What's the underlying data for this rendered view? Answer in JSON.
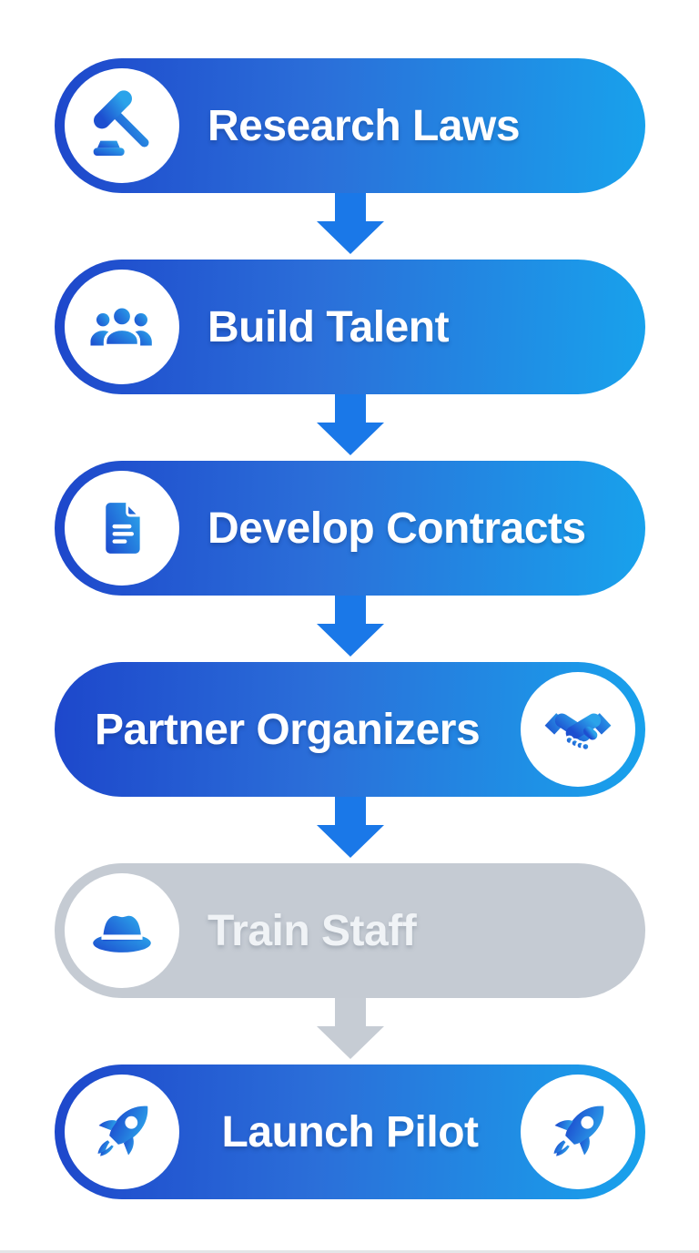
{
  "flowchart": {
    "steps": [
      {
        "label": "Research Laws",
        "icon": "gavel-icon",
        "icon_position": "left",
        "state": "active",
        "connector_after": "blue"
      },
      {
        "label": "Build Talent",
        "icon": "people-icon",
        "icon_position": "left",
        "state": "active",
        "connector_after": "blue"
      },
      {
        "label": "Develop Contracts",
        "icon": "document-icon",
        "icon_position": "left",
        "state": "active",
        "connector_after": "blue"
      },
      {
        "label": "Partner Organizers",
        "icon": "handshake-icon",
        "icon_position": "right",
        "state": "active",
        "connector_after": "blue"
      },
      {
        "label": "Train Staff",
        "icon": "fedora-hat-icon",
        "icon_position": "left",
        "state": "inactive",
        "connector_after": "gray"
      },
      {
        "label": "Launch Pilot",
        "icon": "rocket-icon",
        "icon_position": "left-and-right",
        "state": "active",
        "connector_after": null
      }
    ],
    "colors": {
      "pill_gradient_start": "#1d47cb",
      "pill_gradient_end": "#18a2ec",
      "arrow_blue": "#1a78e8",
      "inactive_gray": "#c5cbd3",
      "icon_gradient_start": "#1d4fd0",
      "icon_gradient_end": "#2ba3ea",
      "label_color": "#ffffff"
    }
  }
}
